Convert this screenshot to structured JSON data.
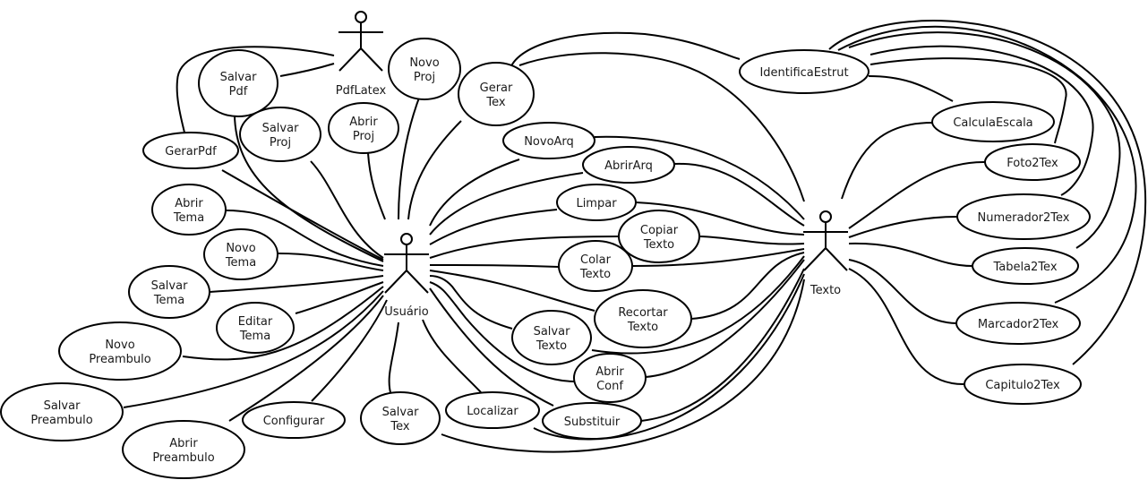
{
  "diagram": {
    "type": "uml-use-case",
    "colors": {
      "stroke": "#000000",
      "background": "#ffffff",
      "text": "#1a1a1a"
    },
    "actors": [
      {
        "id": "usuario",
        "label": "Usuário"
      },
      {
        "id": "pdflatex",
        "label": "PdfLatex"
      },
      {
        "id": "texto",
        "label": "Texto"
      }
    ],
    "use_cases": [
      {
        "id": "salvar_pdf",
        "lines": [
          "Salvar",
          "Pdf"
        ]
      },
      {
        "id": "novo_proj",
        "lines": [
          "Novo",
          "Proj"
        ]
      },
      {
        "id": "gerar_tex",
        "lines": [
          "Gerar",
          "Tex"
        ]
      },
      {
        "id": "salvar_proj",
        "lines": [
          "Salvar",
          "Proj"
        ]
      },
      {
        "id": "abrir_proj",
        "lines": [
          "Abrir",
          "Proj"
        ]
      },
      {
        "id": "gerar_pdf",
        "lines": [
          "GerarPdf"
        ]
      },
      {
        "id": "abrir_tema",
        "lines": [
          "Abrir",
          "Tema"
        ]
      },
      {
        "id": "novo_tema",
        "lines": [
          "Novo",
          "Tema"
        ]
      },
      {
        "id": "salvar_tema",
        "lines": [
          "Salvar",
          "Tema"
        ]
      },
      {
        "id": "editar_tema",
        "lines": [
          "Editar",
          "Tema"
        ]
      },
      {
        "id": "novo_preambulo",
        "lines": [
          "Novo",
          "Preambulo"
        ]
      },
      {
        "id": "salvar_preambulo",
        "lines": [
          "Salvar",
          "Preambulo"
        ]
      },
      {
        "id": "abrir_preambulo",
        "lines": [
          "Abrir",
          "Preambulo"
        ]
      },
      {
        "id": "configurar",
        "lines": [
          "Configurar"
        ]
      },
      {
        "id": "salvar_tex",
        "lines": [
          "Salvar",
          "Tex"
        ]
      },
      {
        "id": "localizar",
        "lines": [
          "Localizar"
        ]
      },
      {
        "id": "substituir",
        "lines": [
          "Substituir"
        ]
      },
      {
        "id": "abrir_conf",
        "lines": [
          "Abrir",
          "Conf"
        ]
      },
      {
        "id": "salvar_texto",
        "lines": [
          "Salvar",
          "Texto"
        ]
      },
      {
        "id": "recortar_texto",
        "lines": [
          "Recortar",
          "Texto"
        ]
      },
      {
        "id": "colar_texto",
        "lines": [
          "Colar",
          "Texto"
        ]
      },
      {
        "id": "copiar_texto",
        "lines": [
          "Copiar",
          "Texto"
        ]
      },
      {
        "id": "limpar",
        "lines": [
          "Limpar"
        ]
      },
      {
        "id": "abrir_arq",
        "lines": [
          "AbrirArq"
        ]
      },
      {
        "id": "novo_arq",
        "lines": [
          "NovoArq"
        ]
      },
      {
        "id": "identifica_estrut",
        "lines": [
          "IdentificaEstrut"
        ]
      },
      {
        "id": "calcula_escala",
        "lines": [
          "CalculaEscala"
        ]
      },
      {
        "id": "foto2tex",
        "lines": [
          "Foto2Tex"
        ]
      },
      {
        "id": "numerador2tex",
        "lines": [
          "Numerador2Tex"
        ]
      },
      {
        "id": "tabela2tex",
        "lines": [
          "Tabela2Tex"
        ]
      },
      {
        "id": "marcador2tex",
        "lines": [
          "Marcador2Tex"
        ]
      },
      {
        "id": "capitulo2tex",
        "lines": [
          "Capitulo2Tex"
        ]
      }
    ],
    "associations": [
      [
        "pdflatex",
        "salvar_pdf"
      ],
      [
        "pdflatex",
        "gerar_pdf"
      ],
      [
        "usuario",
        "salvar_pdf"
      ],
      [
        "usuario",
        "gerar_pdf"
      ],
      [
        "usuario",
        "salvar_proj"
      ],
      [
        "usuario",
        "abrir_proj"
      ],
      [
        "usuario",
        "novo_proj"
      ],
      [
        "usuario",
        "gerar_tex"
      ],
      [
        "usuario",
        "abrir_tema"
      ],
      [
        "usuario",
        "novo_tema"
      ],
      [
        "usuario",
        "salvar_tema"
      ],
      [
        "usuario",
        "editar_tema"
      ],
      [
        "usuario",
        "novo_preambulo"
      ],
      [
        "usuario",
        "salvar_preambulo"
      ],
      [
        "usuario",
        "abrir_preambulo"
      ],
      [
        "usuario",
        "configurar"
      ],
      [
        "usuario",
        "salvar_tex"
      ],
      [
        "usuario",
        "localizar"
      ],
      [
        "usuario",
        "substituir"
      ],
      [
        "usuario",
        "abrir_conf"
      ],
      [
        "usuario",
        "salvar_texto"
      ],
      [
        "usuario",
        "recortar_texto"
      ],
      [
        "usuario",
        "colar_texto"
      ],
      [
        "usuario",
        "copiar_texto"
      ],
      [
        "usuario",
        "limpar"
      ],
      [
        "usuario",
        "abrir_arq"
      ],
      [
        "usuario",
        "novo_arq"
      ],
      [
        "gerar_tex",
        "identifica_estrut"
      ],
      [
        "gerar_tex",
        "texto"
      ],
      [
        "texto",
        "novo_arq"
      ],
      [
        "texto",
        "abrir_arq"
      ],
      [
        "texto",
        "limpar"
      ],
      [
        "texto",
        "copiar_texto"
      ],
      [
        "texto",
        "colar_texto"
      ],
      [
        "texto",
        "recortar_texto"
      ],
      [
        "texto",
        "salvar_texto"
      ],
      [
        "texto",
        "abrir_conf"
      ],
      [
        "texto",
        "substituir"
      ],
      [
        "texto",
        "localizar"
      ],
      [
        "texto",
        "salvar_tex"
      ],
      [
        "texto",
        "calcula_escala"
      ],
      [
        "texto",
        "foto2tex"
      ],
      [
        "texto",
        "numerador2tex"
      ],
      [
        "texto",
        "tabela2tex"
      ],
      [
        "texto",
        "marcador2tex"
      ],
      [
        "texto",
        "capitulo2tex"
      ],
      [
        "identifica_estrut",
        "calcula_escala"
      ],
      [
        "identifica_estrut",
        "foto2tex"
      ],
      [
        "identifica_estrut",
        "numerador2tex"
      ],
      [
        "identifica_estrut",
        "tabela2tex"
      ],
      [
        "identifica_estrut",
        "marcador2tex"
      ],
      [
        "identifica_estrut",
        "capitulo2tex"
      ]
    ]
  }
}
